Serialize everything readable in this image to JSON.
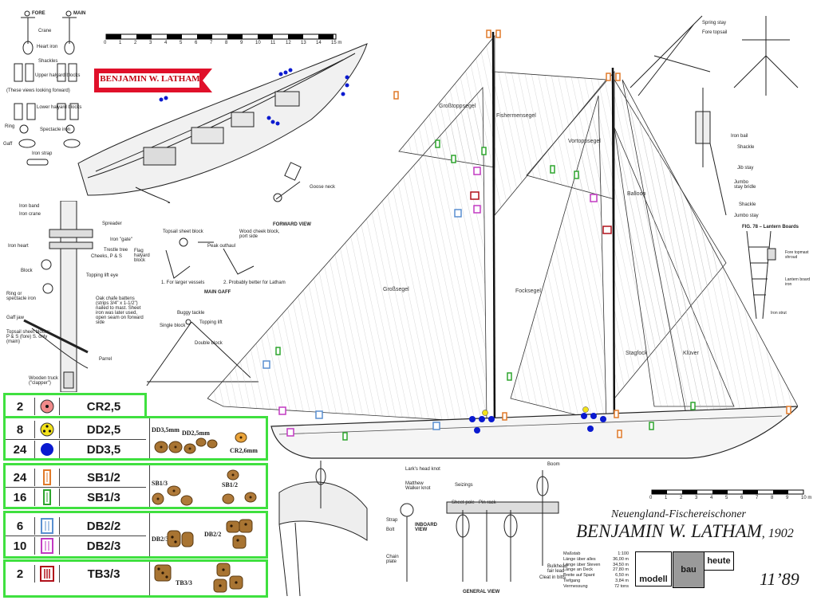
{
  "header": {
    "banner": "BENJAMIN W. LATHAM",
    "subtitle": "Neuengland-Fischereischoner",
    "title": "BENJAMIN W. LATHAM",
    "year": ", 1902",
    "issue": "11’89"
  },
  "scale_top": {
    "ticks": [
      "0",
      "1",
      "2",
      "3",
      "4",
      "5",
      "6",
      "7",
      "8",
      "9",
      "10",
      "11",
      "12",
      "13",
      "14",
      "15 m"
    ]
  },
  "scale_bottom": {
    "ticks": [
      "0",
      "1",
      "2",
      "3",
      "4",
      "5",
      "6",
      "7",
      "8",
      "9",
      "10 m"
    ]
  },
  "sails": {
    "grosstopp": "Großtoppsegel",
    "fishermen": "Fishermensegel",
    "vortopp": "Vortoppsegel",
    "balloon": "Balloon",
    "gross": "Großsegel",
    "fock": "Focksegel",
    "stagfock": "Stagfock",
    "kluever": "Klüver"
  },
  "rigging_labels": {
    "fore": "FORE",
    "main": "MAIN",
    "crane": "Crane",
    "heart_iron": "Heart iron",
    "shackles": "Shackles",
    "upper_halyard": "Upper halyard blocks",
    "looking_forward": "(These views looking forward)",
    "lower_halyard": "Lower halyard blocks",
    "ring": "Ring",
    "spectacle": "Spectacle iron",
    "gaff": "Gaff",
    "iron_strap": "Iron strap",
    "iron_band": "Iron band",
    "iron_crane": "Iron crane",
    "spreader": "Spreader",
    "iron_gate": "Iron \"gate\"",
    "trestle": "Trestle tree",
    "cheeks": "Cheeks, P & S",
    "iron_heart": "Iron heart",
    "block": "Block",
    "topping_eye": "Topping lift eye",
    "ring_or_spectacle": "Ring or spectacle iron",
    "gaff_jaw": "Gaff jaw",
    "topsail_sheet": "Topsail sheet blocks: P & S (fore) S. only (main)",
    "wooden_truck": "Wooden truck (\"clapper\")",
    "parrel": "Parrel",
    "oak_chafe": "Oak chafe battens (strips 3/4\" x 1-1/2\") nailed to mast. Sheet iron was later used, open seam on forward side",
    "topsail_sheet_block": "Topsail sheet block",
    "wood_cheek": "Wood cheek block, port side",
    "flag_halyard": "Flag halyard block",
    "peak_outhaul": "Peak outhaul",
    "larger_vessels": "1. For larger vessels",
    "better_latham": "2. Probably better for Latham",
    "main_gaff": "MAIN GAFF",
    "goose_neck": "Goose neck",
    "forward_view": "FORWARD VIEW",
    "spring_stay": "Spring stay",
    "fore_topsail": "Fore topsail",
    "iron_bail": "Iron bail",
    "shackle": "Shackle",
    "jib_stay": "Jib stay",
    "jumbo_bridle": "Jumbo stay bridle",
    "jumbo_stay": "Jumbo stay",
    "fig78": "FIG. 78 – Lantern Boards",
    "fore_topmast_shroud": "Fore topmast shroud",
    "lantern_board": "Lantern board iron",
    "iron_strut": "Iron strut",
    "larks_head": "Lark's head knot",
    "walker_knot": "Matthew Walker knot",
    "seizings": "Seizings",
    "pin_rack": "Pin rack",
    "sheet_pole": "Sheet pole",
    "inboard_view": "INBOARD VIEW",
    "general_view": "GENERAL VIEW",
    "chain_plate": "Chain plate",
    "cleat_bitts": "Cleat in bitts",
    "bulkhead": "Bulkhead fair lead",
    "boom": "Boom",
    "strap": "Strap",
    "bolt": "Bolt",
    "buggy_tackle": "Buggy tackle",
    "single_block": "Single block",
    "topping_lift": "Topping lift",
    "double_block": "Double block"
  },
  "specs": [
    {
      "k": "Maßstab",
      "v": "1:100"
    },
    {
      "k": "Länge über alles",
      "v": "36,00 m"
    },
    {
      "k": "Länge über Steven",
      "v": "34,50 m"
    },
    {
      "k": "Länge an Deck",
      "v": "27,80 m"
    },
    {
      "k": "Breite auf Spant",
      "v": "6,50 m"
    },
    {
      "k": "Tiefgang",
      "v": "3,84 m"
    },
    {
      "k": "Vermessung",
      "v": "72 tons"
    }
  ],
  "brand": {
    "a": "modell",
    "b": "bau",
    "c": "heute"
  },
  "legend": {
    "groups": [
      {
        "rows": [
          {
            "count": "2",
            "code": "CR2,5",
            "symbol": "pink-circle"
          }
        ],
        "photos": []
      },
      {
        "rows": [
          {
            "count": "8",
            "code": "DD2,5",
            "symbol": "yellow-circle"
          },
          {
            "count": "24",
            "code": "DD3,5",
            "symbol": "blue-circle"
          }
        ],
        "photos": [
          {
            "label": "DD3,5mm"
          },
          {
            "label": "DD2,5mm"
          },
          {
            "label": "CR2,6mm"
          }
        ]
      },
      {
        "rows": [
          {
            "count": "24",
            "code": "SB1/2",
            "symbol": "orange-block"
          },
          {
            "count": "16",
            "code": "SB1/3",
            "symbol": "green-block"
          }
        ],
        "photos": [
          {
            "label": "SB1/3"
          },
          {
            "label": "SB1/2"
          }
        ]
      },
      {
        "rows": [
          {
            "count": "6",
            "code": "DB2/2",
            "symbol": "blue-double-block"
          },
          {
            "count": "10",
            "code": "DB2/3",
            "symbol": "magenta-double-block"
          }
        ],
        "photos": [
          {
            "label": "DB2/3"
          },
          {
            "label": "DB2/2"
          }
        ]
      },
      {
        "rows": [
          {
            "count": "2",
            "code": "TB3/3",
            "symbol": "red-triple-block"
          }
        ],
        "photos": [
          {
            "label": "TB3/3"
          }
        ]
      }
    ]
  },
  "colors": {
    "legend_border": "#3fe03f",
    "banner": "#e0102a",
    "orange": "#e07a2a",
    "green": "#2ea52e",
    "blue": "#5a8fd0",
    "magenta": "#c23ac2",
    "red": "#b0101a",
    "dd_blue": "#0a1ad0",
    "dd_yellow": "#f3e21a",
    "cr_pink": "#f08a8a"
  }
}
